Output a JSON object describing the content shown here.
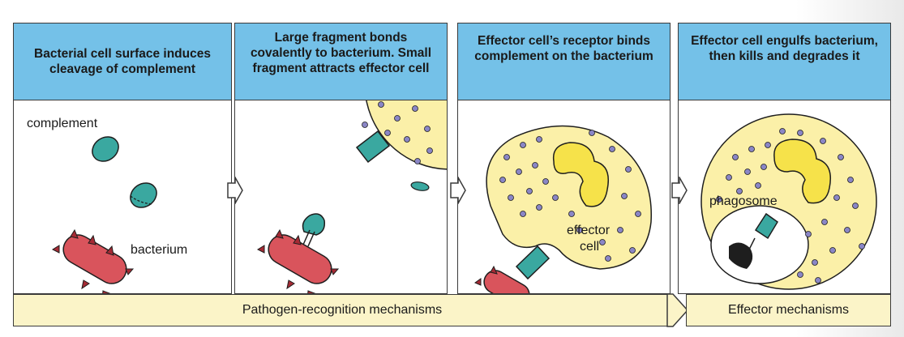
{
  "panels": [
    {
      "header": "Bacterial cell surface induces cleavage of complement",
      "labels": [
        "complement",
        "bacterium"
      ]
    },
    {
      "header": "Large fragment bonds covalently to bacterium. Small fragment attracts effector cell",
      "labels": []
    },
    {
      "header": "Effector cell’s receptor binds complement on the bacterium",
      "labels": [
        "effector",
        "cell"
      ]
    },
    {
      "header": "Effector cell engulfs bacterium, then kills and degrades it",
      "labels": [
        "phagosome"
      ]
    }
  ],
  "footer": {
    "pathogen_recognition": "Pathogen-recognition mechanisms",
    "effector": "Effector mechanisms"
  },
  "colors": {
    "header_blue": "#74c1e8",
    "footer_cream": "#fbf4c8",
    "cell_yellow": "#fbf0a8",
    "complement_teal": "#3aa8a0",
    "bacterium_red": "#d9545c",
    "granule_purple": "#8a86c6"
  }
}
